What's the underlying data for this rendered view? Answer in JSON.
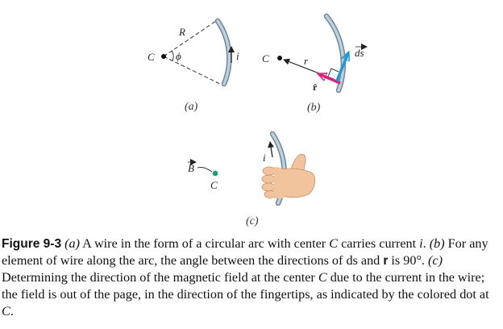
{
  "figure": {
    "panel_a": {
      "label": "(a)",
      "center": "C",
      "radius": "R",
      "angle": "ϕ",
      "current": "i"
    },
    "panel_b": {
      "label": "(b)",
      "center": "C",
      "r_label": "r",
      "rhat_label": "r̂",
      "ds_label": "ds"
    },
    "panel_c": {
      "label": "(c)",
      "field_label": "B",
      "center": "C",
      "current": "i"
    }
  },
  "caption": {
    "prefix": "Figure 9-3",
    "parts": [
      {
        "t": " ",
        "s": "n"
      },
      {
        "t": "(a)",
        "s": "i"
      },
      {
        "t": " A wire in the form of a circular arc with center ",
        "s": "n"
      },
      {
        "t": "C",
        "s": "i"
      },
      {
        "t": " carries current ",
        "s": "n"
      },
      {
        "t": "i",
        "s": "i"
      },
      {
        "t": ". ",
        "s": "n"
      },
      {
        "t": "(b)",
        "s": "i"
      },
      {
        "t": " For any element of wire along the arc, the angle between the directions of ds and ",
        "s": "n"
      },
      {
        "t": "r",
        "s": "b"
      },
      {
        "t": " is 90°. ",
        "s": "n"
      },
      {
        "t": "(c)",
        "s": "i"
      },
      {
        "t": " Determining the direction of the magnetic field at the center ",
        "s": "n"
      },
      {
        "t": "C",
        "s": "i"
      },
      {
        "t": " due to the current in the wire; the field is out of the page, in the direction of the fingertips, as indicated by the colored dot at ",
        "s": "n"
      },
      {
        "t": "C",
        "s": "i"
      },
      {
        "t": ".",
        "s": "n"
      }
    ]
  },
  "colors": {
    "wire": "#9fb6c8",
    "wire_edge": "#6f8699",
    "rhat": "#d6247c",
    "ds": "#1c9ad6",
    "dot": "#1aa36a",
    "skin": "#f2c49e"
  }
}
